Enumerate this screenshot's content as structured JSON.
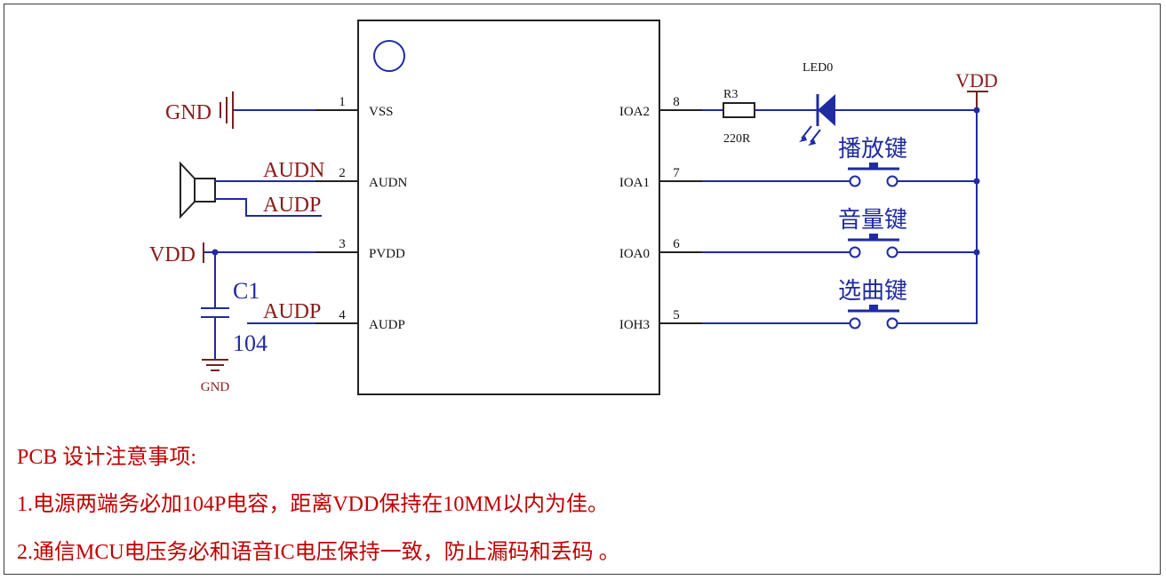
{
  "chip": {
    "left_pins": [
      {
        "number": "1",
        "name": "VSS"
      },
      {
        "number": "2",
        "name": "AUDN"
      },
      {
        "number": "3",
        "name": "PVDD"
      },
      {
        "number": "4",
        "name": "AUDP"
      }
    ],
    "right_pins": [
      {
        "number": "8",
        "name": "IOA2"
      },
      {
        "number": "7",
        "name": "IOA1"
      },
      {
        "number": "6",
        "name": "IOA0"
      },
      {
        "number": "5",
        "name": "IOH3"
      }
    ]
  },
  "nets": {
    "gnd_left": "GND",
    "audn": "AUDN",
    "audp_speaker": "AUDP",
    "vdd_left": "VDD",
    "audp_pin4": "AUDP",
    "gnd_bottom": "GND",
    "vdd_right": "VDD"
  },
  "components": {
    "capacitor_ref": "C1",
    "capacitor_value": "104",
    "resistor_ref": "R3",
    "resistor_value": "220R",
    "led_ref": "LED0"
  },
  "buttons": [
    {
      "label": "播放键"
    },
    {
      "label": "音量键"
    },
    {
      "label": "选曲键"
    }
  ],
  "notes": {
    "title": "PCB  设计注意事项:",
    "line1": "1.电源两端务必加104P电容，距离VDD保持在10MM以内为佳。",
    "line2": "2.通信MCU电压务必和语音IC电压保持一致，防止漏码和丢码  。"
  },
  "colors": {
    "wire": "#1f2ba0",
    "net_label": "#8b1a1a",
    "note_text": "#c00000",
    "component": "#7a1f1f"
  }
}
